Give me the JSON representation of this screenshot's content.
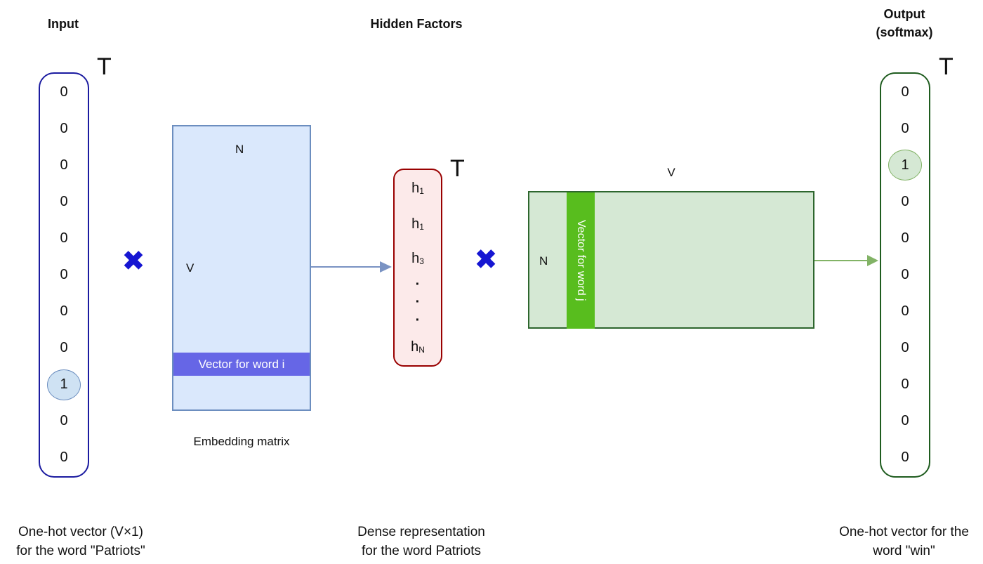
{
  "diagram": {
    "titles": {
      "input": "Input",
      "hidden": "Hidden Factors",
      "output_line1": "Output",
      "output_line2": "(softmax)"
    },
    "multiply_sign": "✖",
    "multiply_color": "#1616d2",
    "input_vector": {
      "transpose": "T",
      "values": [
        "0",
        "0",
        "0",
        "0",
        "0",
        "0",
        "0",
        "0",
        "1",
        "0",
        "0"
      ],
      "highlight_index": 8,
      "border_color": "#1b1ba0",
      "highlight_fill": "#cfe2f3",
      "highlight_border": "#6c8ebf"
    },
    "embedding_matrix": {
      "top_label": "N",
      "left_label": "V",
      "row_label": "Vector for word i",
      "caption": "Embedding matrix",
      "fill": "#dae8fc",
      "border": "#6c8ebf",
      "row_fill": "#6666e6",
      "arrow_color": "#7a93c3"
    },
    "hidden_vector": {
      "transpose": "T",
      "entries": [
        {
          "t": "h",
          "s": "1"
        },
        {
          "t": "h",
          "s": "1"
        },
        {
          "t": "h",
          "s": "3"
        },
        {
          "t": "·",
          "s": ""
        },
        {
          "t": "·",
          "s": ""
        },
        {
          "t": "·",
          "s": ""
        },
        {
          "t": "h",
          "s": "N"
        }
      ],
      "fill": "#fceaea",
      "border": "#990000"
    },
    "output_matrix": {
      "top_label": "V",
      "left_label": "N",
      "col_label": "Vector for word j",
      "fill": "#d5e8d4",
      "border": "#2d662d",
      "col_fill": "#58bd1e",
      "arrow_color": "#82b366"
    },
    "output_vector": {
      "transpose": "T",
      "values": [
        "0",
        "0",
        "1",
        "0",
        "0",
        "0",
        "0",
        "0",
        "0",
        "0",
        "0"
      ],
      "highlight_index": 2,
      "border_color": "#1f5c1f",
      "highlight_fill": "#d5e8d4",
      "highlight_border": "#82b366"
    },
    "captions": {
      "left_line1": "One-hot vector  (V×1)",
      "left_line2": "for the word \"Patriots\"",
      "middle_line1": "Dense representation",
      "middle_line2": "for the word Patriots",
      "right_line1": "One-hot vector for the",
      "right_line2": "word \"win\""
    }
  }
}
